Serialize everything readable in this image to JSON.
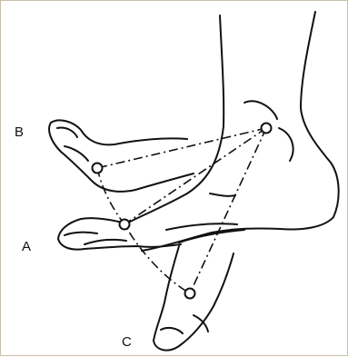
{
  "figure": {
    "labels": {
      "b": "B",
      "a": "A",
      "c": "C"
    },
    "colors": {
      "ink": "#111111",
      "frame": "#c9bfa6",
      "background": "#ffffff"
    },
    "markers": [
      "hinge-point",
      "ankle-point",
      "toe-point-b",
      "toe-point-a",
      "toe-point-c"
    ]
  }
}
